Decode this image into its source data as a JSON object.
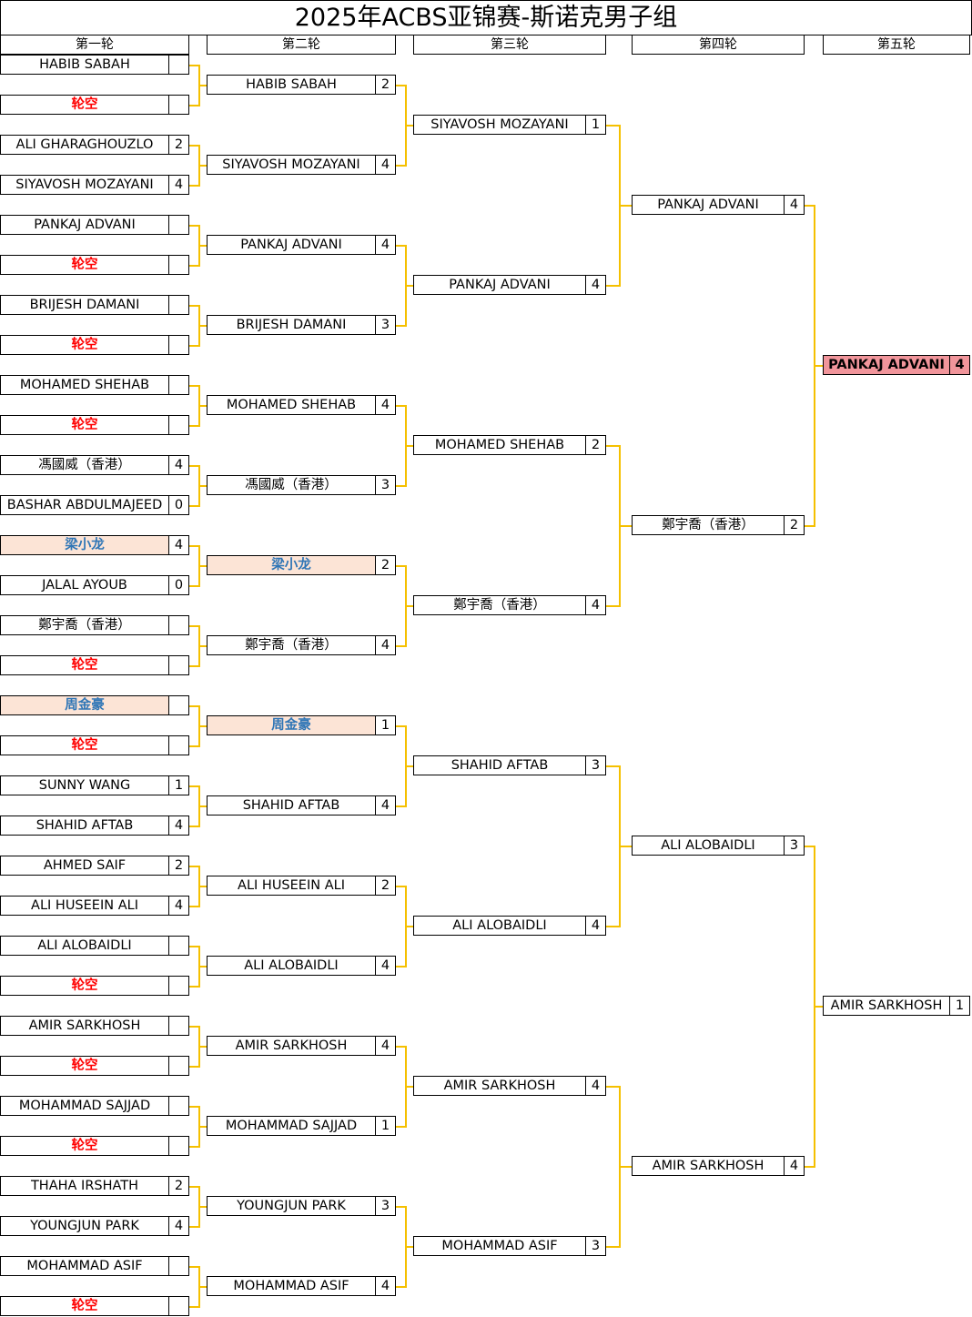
{
  "title": "2025年ACBS亚锦赛-斯诺克男子组",
  "rounds": [
    {
      "label": "第一轮",
      "entries": [
        {
          "name": "HABIB SABAH",
          "score": ""
        },
        {
          "name": "轮空",
          "score": "",
          "type": "bye"
        },
        {
          "name": "ALI GHARAGHOUZLO",
          "score": "2"
        },
        {
          "name": "SIYAVOSH MOZAYANI",
          "score": "4"
        },
        {
          "name": "PANKAJ ADVANI",
          "score": ""
        },
        {
          "name": "轮空",
          "score": "",
          "type": "bye"
        },
        {
          "name": "BRIJESH DAMANI",
          "score": ""
        },
        {
          "name": "轮空",
          "score": "",
          "type": "bye"
        },
        {
          "name": "MOHAMED SHEHAB",
          "score": ""
        },
        {
          "name": "轮空",
          "score": "",
          "type": "bye"
        },
        {
          "name": "馮國威（香港）",
          "score": "4"
        },
        {
          "name": "BASHAR ABDULMAJEED",
          "score": "0"
        },
        {
          "name": "梁小龙",
          "score": "4",
          "type": "hl"
        },
        {
          "name": "JALAL AYOUB",
          "score": "0"
        },
        {
          "name": "鄭宇喬（香港）",
          "score": ""
        },
        {
          "name": "轮空",
          "score": "",
          "type": "bye"
        },
        {
          "name": "周金豪",
          "score": "",
          "type": "hl"
        },
        {
          "name": "轮空",
          "score": "",
          "type": "bye"
        },
        {
          "name": "SUNNY WANG",
          "score": "1"
        },
        {
          "name": "SHAHID AFTAB",
          "score": "4"
        },
        {
          "name": "AHMED SAIF",
          "score": "2"
        },
        {
          "name": "ALI HUSEEIN ALI",
          "score": "4"
        },
        {
          "name": "ALI ALOBAIDLI",
          "score": ""
        },
        {
          "name": "轮空",
          "score": "",
          "type": "bye"
        },
        {
          "name": "AMIR SARKHOSH",
          "score": ""
        },
        {
          "name": "轮空",
          "score": "",
          "type": "bye"
        },
        {
          "name": "MOHAMMAD SAJJAD",
          "score": ""
        },
        {
          "name": "轮空",
          "score": "",
          "type": "bye"
        },
        {
          "name": "THAHA IRSHATH",
          "score": "2"
        },
        {
          "name": "YOUNGJUN PARK",
          "score": "4"
        },
        {
          "name": "MOHAMMAD ASIF",
          "score": ""
        },
        {
          "name": "轮空",
          "score": "",
          "type": "bye"
        }
      ]
    },
    {
      "label": "第二轮",
      "entries": [
        {
          "name": "HABIB SABAH",
          "score": "2"
        },
        {
          "name": "SIYAVOSH MOZAYANI",
          "score": "4"
        },
        {
          "name": "PANKAJ ADVANI",
          "score": "4"
        },
        {
          "name": "BRIJESH DAMANI",
          "score": "3"
        },
        {
          "name": "MOHAMED SHEHAB",
          "score": "4"
        },
        {
          "name": "馮國威（香港）",
          "score": "3"
        },
        {
          "name": "梁小龙",
          "score": "2",
          "type": "hl"
        },
        {
          "name": "鄭宇喬（香港）",
          "score": "4"
        },
        {
          "name": "周金豪",
          "score": "1",
          "type": "hl"
        },
        {
          "name": "SHAHID AFTAB",
          "score": "4"
        },
        {
          "name": "ALI HUSEEIN ALI",
          "score": "2"
        },
        {
          "name": "ALI ALOBAIDLI",
          "score": "4"
        },
        {
          "name": "AMIR SARKHOSH",
          "score": "4"
        },
        {
          "name": "MOHAMMAD SAJJAD",
          "score": "1"
        },
        {
          "name": "YOUNGJUN PARK",
          "score": "3"
        },
        {
          "name": "MOHAMMAD ASIF",
          "score": "4"
        }
      ]
    },
    {
      "label": "第三轮",
      "entries": [
        {
          "name": "SIYAVOSH MOZAYANI",
          "score": "1"
        },
        {
          "name": "PANKAJ ADVANI",
          "score": "4"
        },
        {
          "name": "MOHAMED SHEHAB",
          "score": "2"
        },
        {
          "name": "鄭宇喬（香港）",
          "score": "4"
        },
        {
          "name": "SHAHID AFTAB",
          "score": "3"
        },
        {
          "name": "ALI ALOBAIDLI",
          "score": "4"
        },
        {
          "name": "AMIR SARKHOSH",
          "score": "4"
        },
        {
          "name": "MOHAMMAD ASIF",
          "score": "3"
        }
      ]
    },
    {
      "label": "第四轮",
      "entries": [
        {
          "name": "PANKAJ ADVANI",
          "score": "4"
        },
        {
          "name": "鄭宇喬（香港）",
          "score": "2"
        },
        {
          "name": "ALI ALOBAIDLI",
          "score": "3"
        },
        {
          "name": "AMIR SARKHOSH",
          "score": "4"
        }
      ]
    },
    {
      "label": "第五轮",
      "entries": [
        {
          "name": "PANKAJ ADVANI",
          "score": "4",
          "type": "champ"
        },
        {
          "name": "AMIR SARKHOSH",
          "score": "1"
        }
      ]
    }
  ],
  "colors": {
    "connector": "#f5c000",
    "bye_text": "#ff0000",
    "highlight_bg": "#fce4d6",
    "highlight_text": "#2e75b6",
    "winner_bg": "#f1959b"
  }
}
